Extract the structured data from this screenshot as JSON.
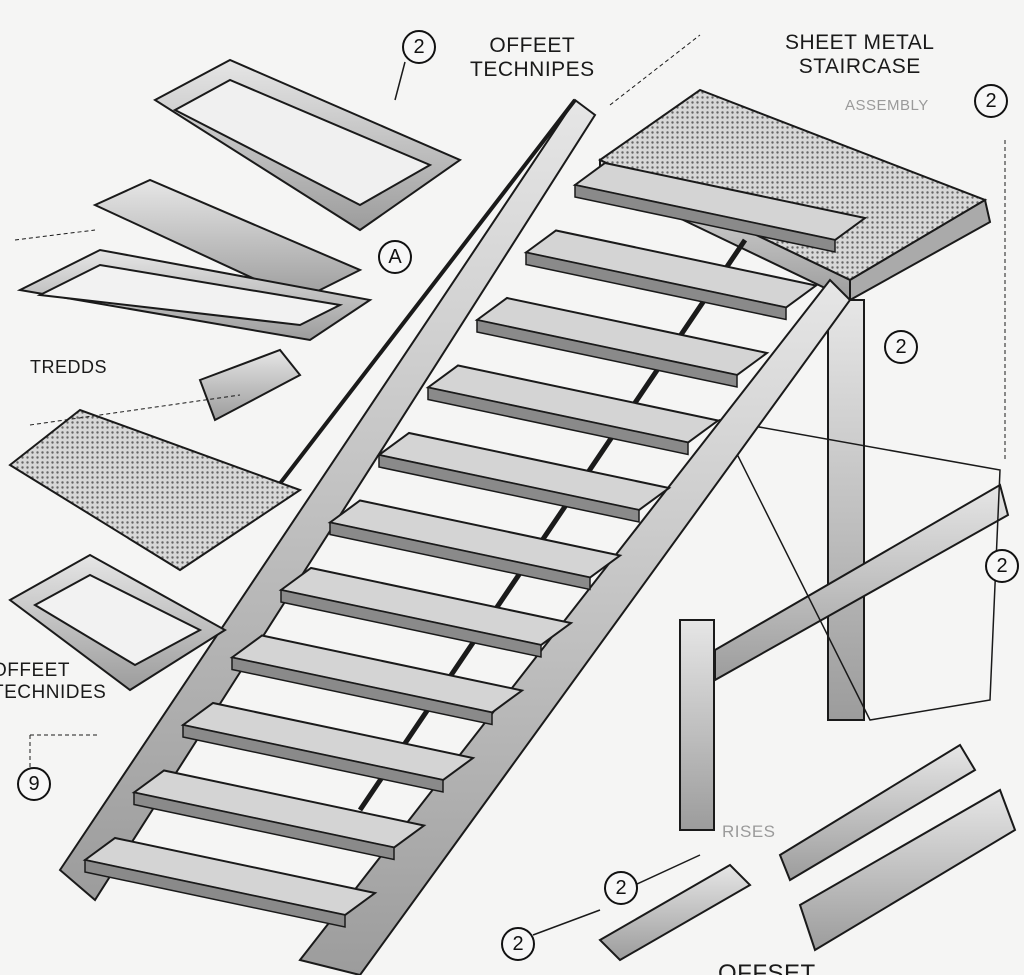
{
  "title": {
    "line1": "SHEET METAL",
    "line2": "STAIRCASE",
    "subtitle": "ASSEMBLY"
  },
  "labels": {
    "offset_top": {
      "line1": "OFFEET",
      "line2": "TECHNIPES"
    },
    "treads": "TREDDS",
    "offset_left": {
      "line1": "OFFEET",
      "line2": "TECHNIDES"
    },
    "risers": "RISES",
    "offset_bottom": "OFFSET"
  },
  "callouts": [
    "2",
    "A",
    "2",
    "2",
    "2",
    "9",
    "2",
    "2"
  ],
  "colors": {
    "ink": "#1a1a1a",
    "paper": "#f5f5f4",
    "metal": "#bdbdbd",
    "shade": "#7a7a7a"
  }
}
